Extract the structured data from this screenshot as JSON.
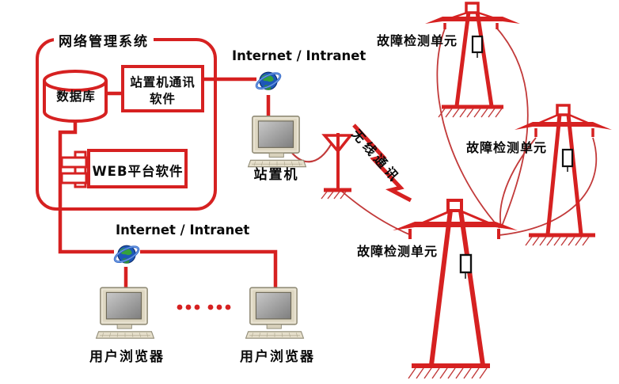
{
  "colors": {
    "red": "#d62121",
    "wire_red": "#c23a3a",
    "text": "#0a0a0a",
    "monitor_beige": "#eae4d3",
    "screen_gray": "#9a9a9a",
    "globe_blue": "#2b63c5",
    "globe_land_green": "#35a23d"
  },
  "diagram": {
    "system_box_title": "网络管理系统",
    "database_label": "数据库",
    "station_comm_software_line1": "站置机通讯",
    "station_comm_software_line2": "软件",
    "web_platform_label": "WEB平台软件",
    "internet_label_top": "Internet / Intranet",
    "internet_label_bottom": "Internet / Intranet",
    "station_machine_label": "站置机",
    "wireless_comm_label": "无线通讯",
    "fault_unit_labels": [
      "故障检测单元",
      "故障检测单元",
      "故障检测单元"
    ],
    "user_browser_labels": [
      "用户浏览器",
      "用户浏览器"
    ],
    "ellipsis_dots_count": 6
  }
}
